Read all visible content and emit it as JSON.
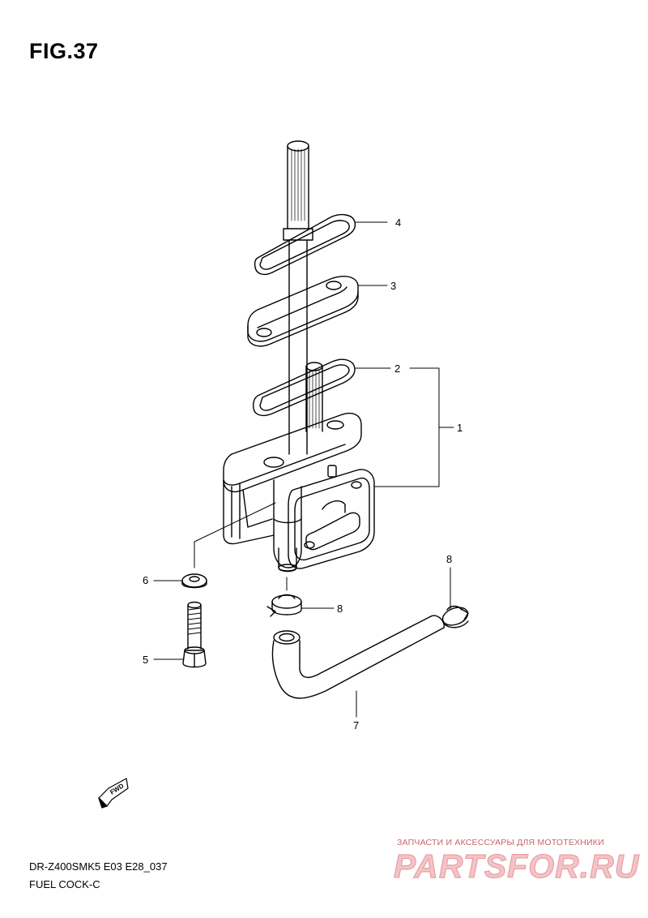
{
  "figure": {
    "title": "FIG.37",
    "model_code": "DR-Z400SMK5 E03 E28_037",
    "part_name": "FUEL COCK-C"
  },
  "callouts": [
    {
      "id": "c1",
      "number": "1"
    },
    {
      "id": "c2",
      "number": "2"
    },
    {
      "id": "c3",
      "number": "3"
    },
    {
      "id": "c4",
      "number": "4"
    },
    {
      "id": "c5",
      "number": "5"
    },
    {
      "id": "c6",
      "number": "6"
    },
    {
      "id": "c7",
      "number": "7"
    },
    {
      "id": "c8a",
      "number": "8"
    },
    {
      "id": "c8b",
      "number": "8"
    }
  ],
  "direction_badge": "FWD",
  "watermark": {
    "tagline": "ЗАПЧАСТИ И АКСЕССУАРЫ ДЛЯ МОТОТЕХНИКИ",
    "brand": "PARTSFOR.RU"
  },
  "colors": {
    "line": "#000000",
    "watermark_text": "#c4666d",
    "watermark_brand": "#f3c3c6"
  }
}
